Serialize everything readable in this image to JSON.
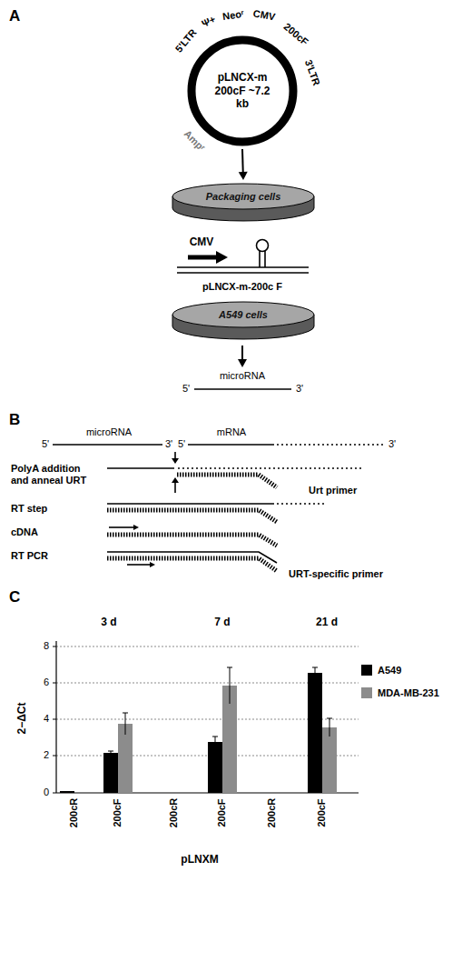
{
  "diagram": {
    "nodes": [
      {
        "text": [
          "pLNCX-m 200cF ~7.2 kb"
        ]
      },
      {
        "text": [
          "Packaging cells"
        ]
      },
      {
        "text": [
          "A549 cells"
        ]
      }
    ],
    "edges": [
      {
        "from": 0,
        "to": 1,
        "arrow": "to"
      }
    ],
    "labels": [
      "A",
      "5'LTR",
      "Ψ+",
      "Neoʳ",
      "CMV",
      "200cF",
      "3'LTR",
      "Ampʳ",
      "CMV",
      "pLNCX-m-200c F",
      "microRNA",
      "5'",
      "3'",
      "B",
      "microRNA",
      "mRNA",
      "5'",
      "3'",
      "5'",
      "3'",
      "PolyA addition and anneal URT",
      "Urt primer",
      "RT step",
      "cDNA",
      "RT PCR",
      "URT-specific primer",
      "C",
      "3 d",
      "7 d",
      "21 d",
      "8",
      "6",
      "4",
      "2",
      "0",
      "2−ΔCt",
      "200cR",
      "200cF",
      "200cR",
      "200cF",
      "200cR",
      "200cF",
      "pLNXM"
    ],
    "legend": [
      {
        "text": "A549",
        "color": "#000000"
      },
      {
        "text": "MDA-MB-231",
        "color": "#8c8c8c"
      }
    ]
  }
}
